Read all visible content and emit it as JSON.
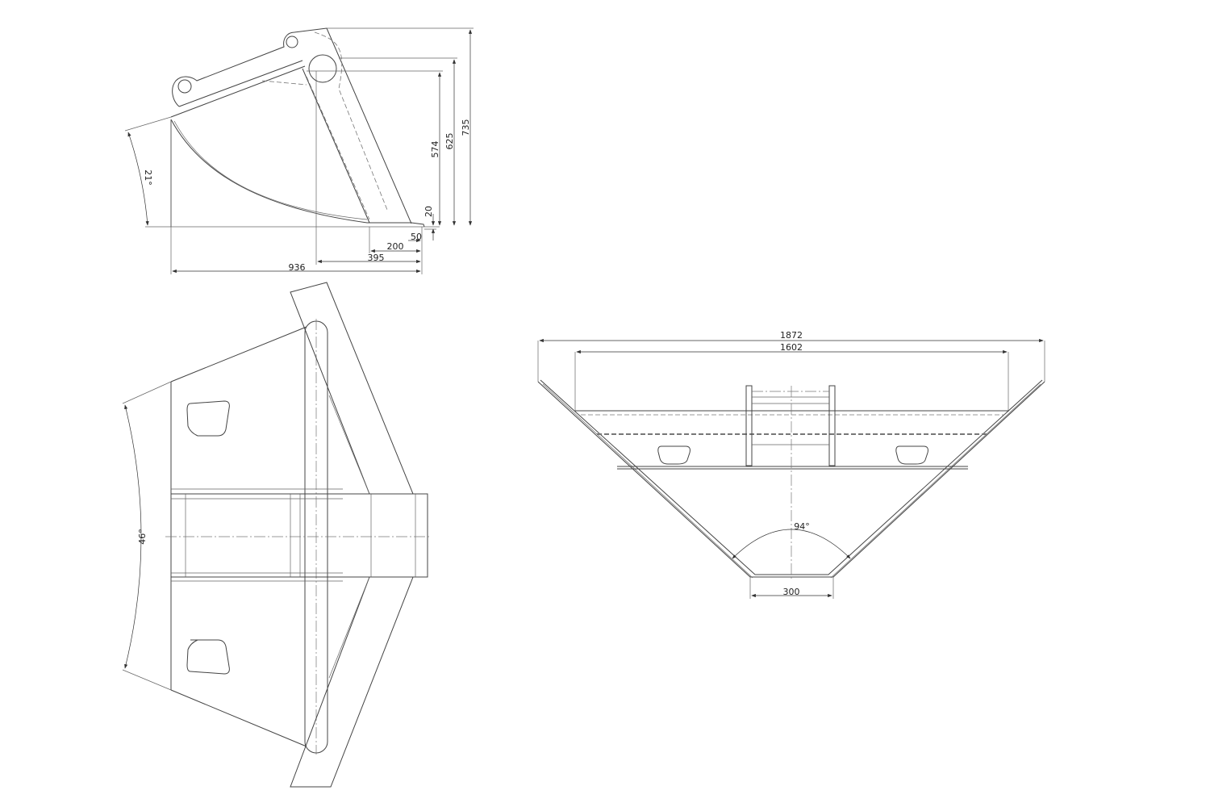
{
  "side_view": {
    "height_total": "735",
    "height_pin": "625",
    "height_inner": "574",
    "edge_thickness": "20",
    "edge_offset": "50",
    "edge_length": "200",
    "back_depth": "395",
    "total_depth": "936",
    "tilt_angle": "21°"
  },
  "top_view": {
    "spread_angle": "46°"
  },
  "front_view": {
    "outer_width": "1872",
    "inner_width": "1602",
    "bottom_width": "300",
    "v_angle": "94°"
  },
  "colors": {
    "line": "#444444",
    "background": "#ffffff"
  }
}
